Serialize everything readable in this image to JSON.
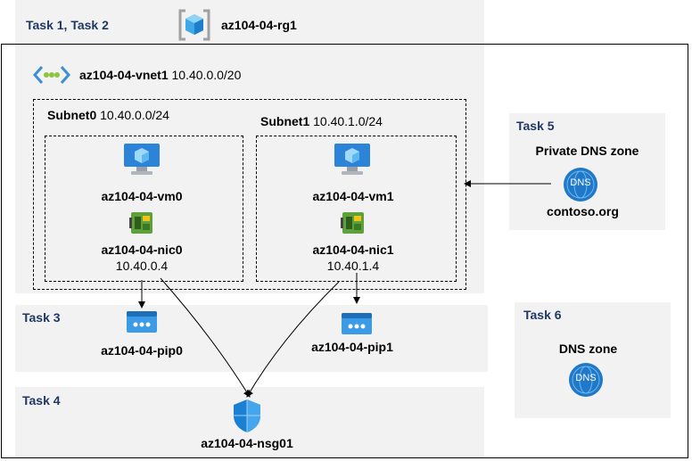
{
  "tasks": {
    "task12": "Task 1, Task 2",
    "task3": "Task 3",
    "task4": "Task 4",
    "task5": "Task 5",
    "task6": "Task 6"
  },
  "resource_group": {
    "name": "az104-04-rg1",
    "icon": "resource-group-icon"
  },
  "vnet": {
    "name": "az104-04-vnet1",
    "cidr": "10.40.0.0/20",
    "icon": "vnet-icon"
  },
  "subnet0": {
    "name": "Subnet0",
    "cidr": "10.40.0.0/24",
    "vm": "az104-04-vm0",
    "nic": "az104-04-nic0",
    "ip": "10.40.0.4"
  },
  "subnet1": {
    "name": "Subnet1",
    "cidr": "10.40.1.0/24",
    "vm": "az104-04-vm1",
    "nic": "az104-04-nic1",
    "ip": "10.40.1.4"
  },
  "pips": {
    "pip0": "az104-04-pip0",
    "pip1": "az104-04-pip1"
  },
  "nsg": {
    "name": "az104-04-nsg01",
    "icon": "nsg-shield-icon"
  },
  "private_dns": {
    "title": "Private DNS zone",
    "zone": "contoso.org",
    "badge": "DNS"
  },
  "dns_zone": {
    "title": "DNS zone",
    "badge": "DNS"
  },
  "colors": {
    "band": "#f2f2f2",
    "task_text": "#1f3864",
    "azure_blue": "#0078d4",
    "nic_green": "#5ea03a",
    "vm_screen": "#2c84d8"
  }
}
